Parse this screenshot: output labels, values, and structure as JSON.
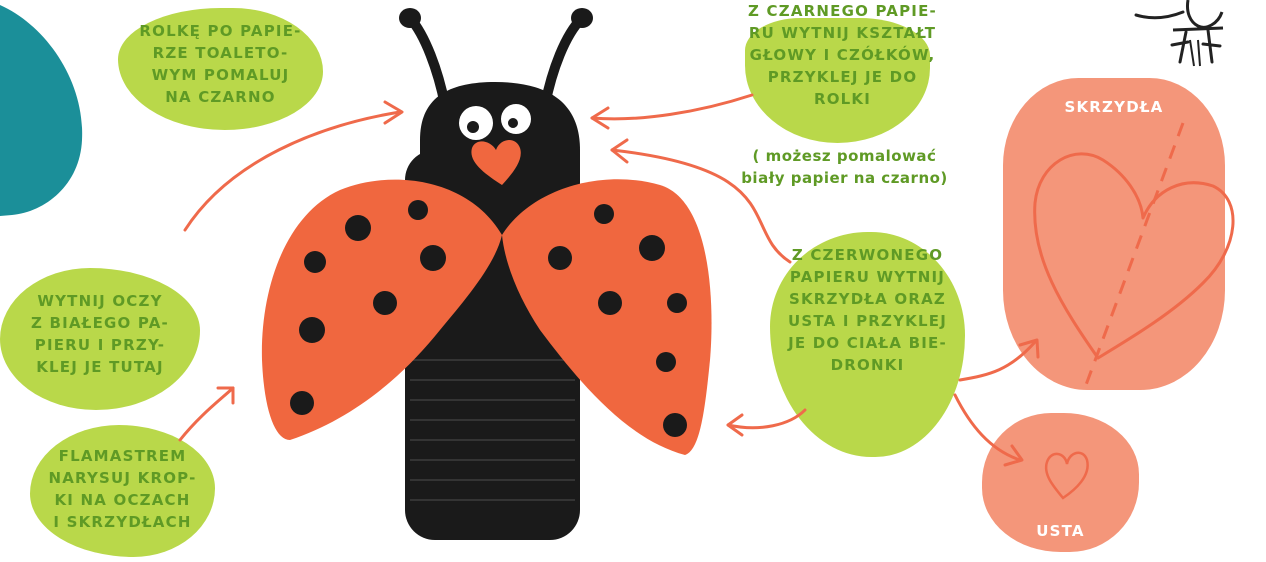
{
  "notes": {
    "rolka": [
      "ROLKĘ PO PAPIE-",
      "RZE TOALETO-",
      "WYM POMALUJ",
      "NA CZARNO"
    ],
    "glowa": [
      "Z CZARNEGO PAPIE-",
      "RU  WYTNIJ KSZTAŁT",
      "GŁOWY I CZÓŁKÓW,",
      "PRZYKLEJ JE DO",
      "ROLKI"
    ],
    "glowa_hint": [
      "( możesz pomalować",
      "biały papier na czarno)"
    ],
    "oczy": [
      "WYTNIJ OCZY",
      "Z BIAŁEGO PA-",
      "PIERU I PRZY-",
      "KLEJ JE TUTAJ"
    ],
    "kropki": [
      "FLAMASTREM",
      "NARYSUJ KROP-",
      "KI NA OCZACH",
      "I SKRZYDŁACH"
    ],
    "skrzydla": [
      "Z CZERWONEGO",
      "PAPIERU WYTNIJ",
      "SKRZYDŁA ORAZ",
      "USTA I PRZYKLEJ",
      "JE DO CIAŁA BIE-",
      "DRONKI"
    ]
  },
  "templates": {
    "wings_label": "SKRZYDŁA",
    "mouth_label": "USTA"
  },
  "colors": {
    "lime": "#b9d84a",
    "text_green": "#5f9a25",
    "salmon": "#f4967a",
    "salmon_dark": "#f08a6c",
    "arrow": "#ef6a4b",
    "wing": "#f0673f",
    "teal": "#1b8f99",
    "black": "#1a1a1a"
  },
  "icons": [
    "ladybug-craft",
    "arrow",
    "heart-template",
    "teal-leaf",
    "doodle-figure"
  ]
}
